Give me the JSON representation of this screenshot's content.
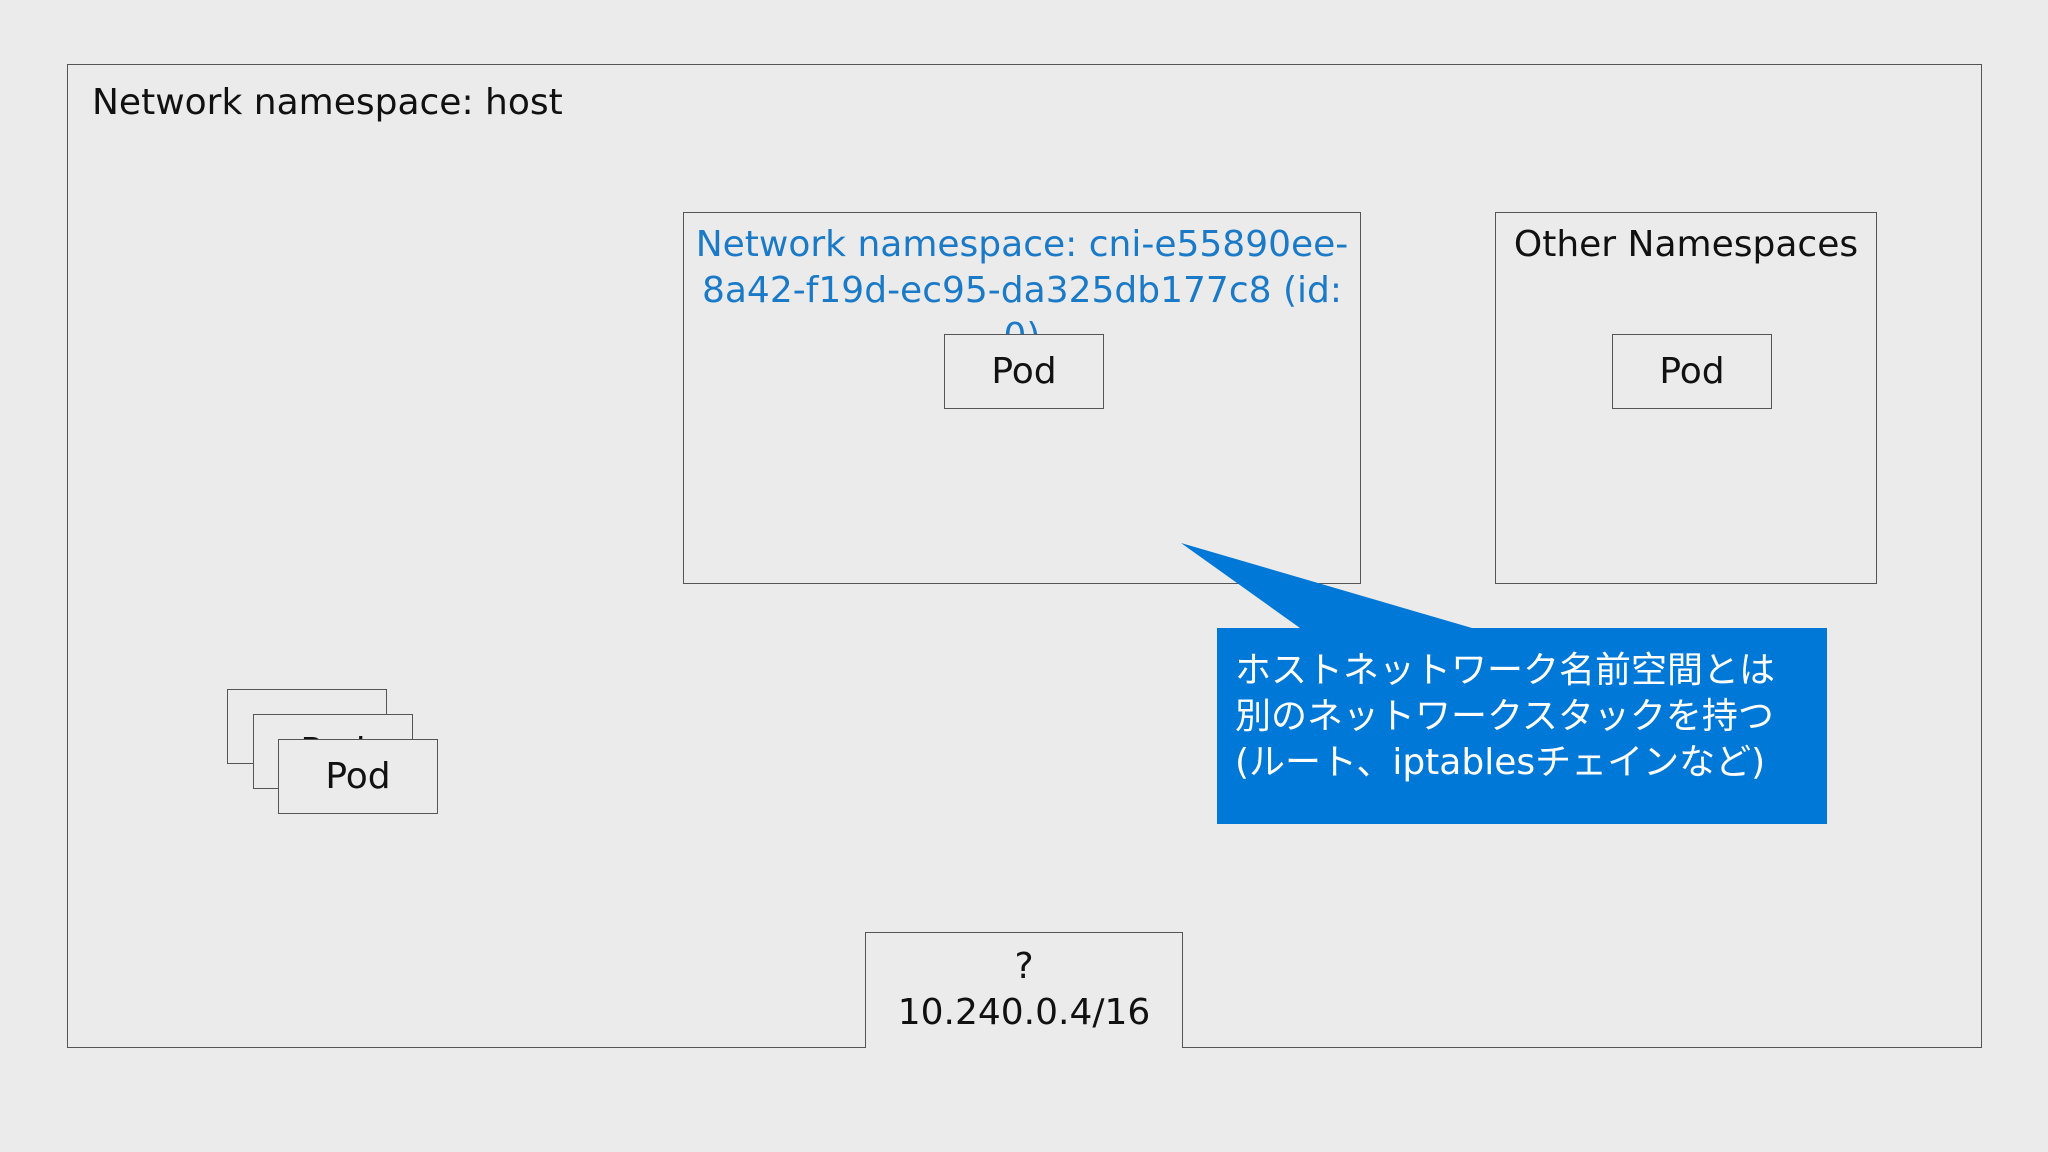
{
  "host_namespace": {
    "title": "Network namespace: host"
  },
  "cni_namespace": {
    "title": "Network namespace: cni-e55890ee-8a42-f19d-ec95-da325db177c8 (id: 0)",
    "pod_label": "Pod"
  },
  "other_namespaces": {
    "title": "Other Namespaces",
    "pod_label": "Pod"
  },
  "host_pods": {
    "labels": [
      "Pod",
      "Pod",
      "Pod"
    ]
  },
  "interface": {
    "name": "?",
    "ip": "10.240.0.4/16"
  },
  "callout": {
    "line1": "ホストネットワーク名前空間とは",
    "line2": "別のネットワークスタックを持つ",
    "line3": "(ルート、iptablesチェインなど)",
    "color": "#0078d7"
  }
}
